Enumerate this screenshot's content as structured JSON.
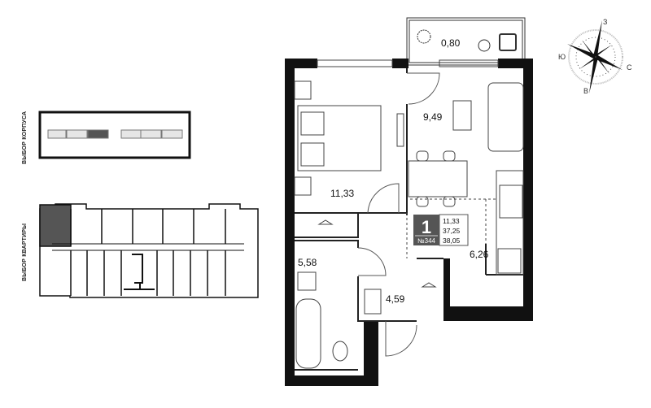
{
  "selectors": {
    "building_label": "ВЫБОР КОРПУСА",
    "apartment_label": "ВЫБОР КВАРТИРЫ",
    "selected_building_index": 2,
    "highlight_color": "#555555"
  },
  "compass": {
    "top": "З",
    "left": "Ю",
    "right": "С",
    "bottom": "В"
  },
  "rooms": {
    "balcony": "0,80",
    "living": "9,49",
    "bedroom": "11,33",
    "kitchen": "6,26",
    "bathroom": "5,58",
    "hall": "4,59"
  },
  "badge": {
    "rooms": "1",
    "number": "№344",
    "living_area": "11,33",
    "area": "37,25",
    "total_area": "38,05",
    "color": "#555555"
  }
}
